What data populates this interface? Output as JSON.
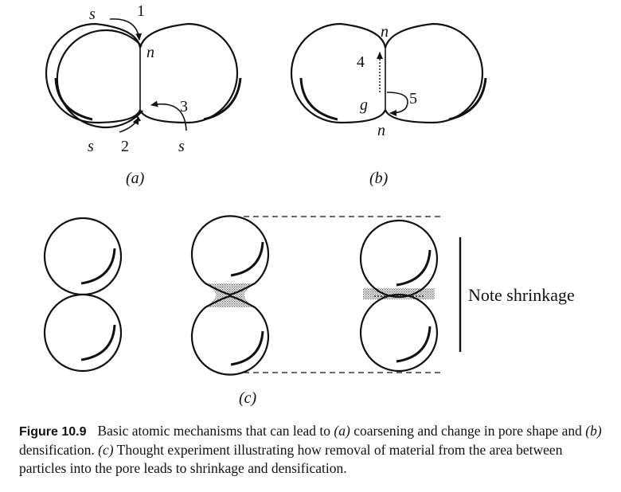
{
  "panel_a": {
    "arrow_1": "1",
    "arrow_2": "2",
    "arrow_3": "3",
    "s_top": "s",
    "n": "n",
    "s_bottom_left": "s",
    "s_bottom_right": "s",
    "label": "(a)"
  },
  "panel_b": {
    "n_top": "n",
    "arrow_4": "4",
    "g": "g",
    "arrow_5": "5",
    "n_bottom": "n",
    "label": "(b)"
  },
  "panel_c": {
    "note": "Note shrinkage",
    "label": "(c)"
  },
  "caption": {
    "figure_number": "Figure 10.9",
    "text_1": "Basic atomic mechanisms that can lead to ",
    "a": "(a)",
    "text_2": " coarsening and change in pore shape and ",
    "b": "(b)",
    "text_3": " densification. ",
    "c": "(c)",
    "text_4": " Thought experiment illustrating how removal of material from the area between particles into the pore leads to shrinkage and densification."
  },
  "colors": {
    "ink": "#111111",
    "stipple": "#9a9a9a",
    "background": "#ffffff"
  }
}
